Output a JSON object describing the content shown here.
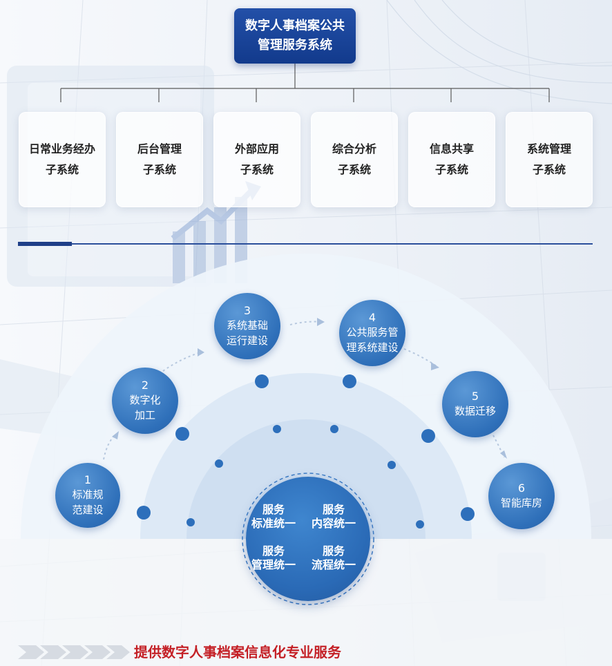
{
  "top_system": {
    "line1": "数字人事档案公共",
    "line2": "管理服务系统"
  },
  "subsystems": [
    {
      "line1": "日常业务经办",
      "line2": "子系统"
    },
    {
      "line1": "后台管理",
      "line2": "子系统"
    },
    {
      "line1": "外部应用",
      "line2": "子系统"
    },
    {
      "line1": "综合分析",
      "line2": "子系统"
    },
    {
      "line1": "信息共享",
      "line2": "子系统"
    },
    {
      "line1": "系统管理",
      "line2": "子系统"
    }
  ],
  "steps": [
    {
      "num": "1",
      "line1": "标准规",
      "line2": "范建设"
    },
    {
      "num": "2",
      "line1": "数字化",
      "line2": "加工"
    },
    {
      "num": "3",
      "line1": "系统基础",
      "line2": "运行建设"
    },
    {
      "num": "4",
      "line1": "公共服务管",
      "line2": "理系统建设"
    },
    {
      "num": "5",
      "line1": "数据迁移",
      "line2": ""
    },
    {
      "num": "6",
      "line1": "智能库房",
      "line2": ""
    }
  ],
  "center": [
    {
      "line1": "服务",
      "line2": "标准统一"
    },
    {
      "line1": "服务",
      "line2": "内容统一"
    },
    {
      "line1": "服务",
      "line2": "管理统一"
    },
    {
      "line1": "服务",
      "line2": "流程统一"
    }
  ],
  "footer": {
    "title": "提供数字人事档案信息化专业服务"
  },
  "colors": {
    "primary_blue": "#2e6fb9",
    "dark_blue": "#123a8c",
    "accent_red": "#c42026"
  }
}
